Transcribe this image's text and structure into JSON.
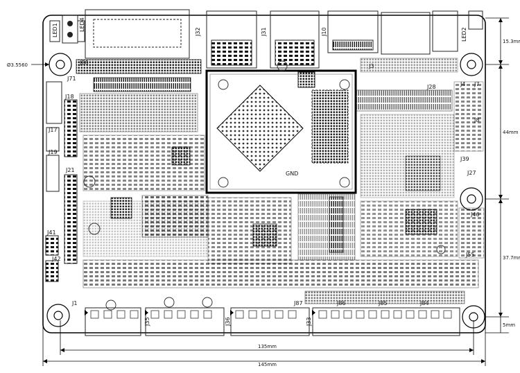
{
  "labels": {
    "hole_dia": "Ø3.5560",
    "j32": "J32",
    "j31": "J31",
    "j10": "J10",
    "j3": "J3",
    "j80": "J80",
    "j71": "J71",
    "j18": "J18",
    "j17": "J17",
    "j19": "J19",
    "j21": "J21",
    "j41": "J41",
    "j42": "J42",
    "j1": "J1",
    "j35": "J35",
    "j36": "J36",
    "j33": "J33",
    "j87": "J87",
    "j86": "J86",
    "j85": "J85",
    "j84": "J84",
    "j27": "J27",
    "j46": "J46",
    "j55": "J55",
    "j4": "J4",
    "j7": "J7",
    "j8": "J8",
    "j28": "J28",
    "j39": "J39",
    "gnd": "GND",
    "led1": "LED1",
    "led4": "LED4",
    "led2": "LED2"
  },
  "dimensions": {
    "top": "15.3mm",
    "mid": "44mm",
    "lower": "37.7mm",
    "bottom": "5mm",
    "inner_width": "135mm",
    "outer_width": "145mm"
  }
}
